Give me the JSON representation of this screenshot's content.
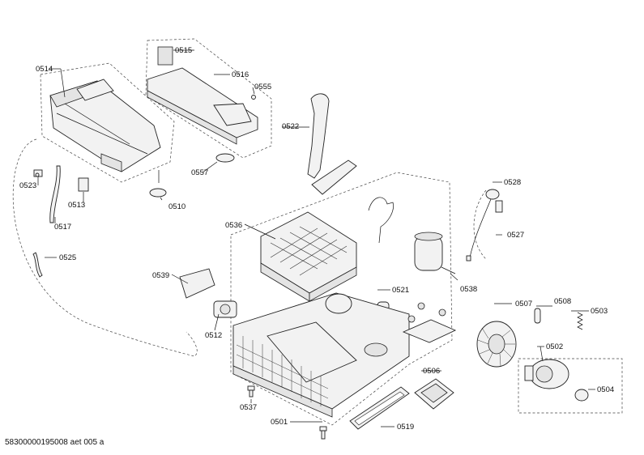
{
  "diagram": {
    "labels": {
      "0514": "0514",
      "0515": "0515",
      "0516": "0516",
      "0555": "0555",
      "0522": "0522",
      "0557": "0557",
      "0510": "0510",
      "0523": "0523",
      "0513": "0513",
      "0517": "0517",
      "0525": "0525",
      "0528": "0528",
      "0527": "0527",
      "0536": "0536",
      "0539": "0539",
      "0521": "0521",
      "0538": "0538",
      "0512": "0512",
      "0507": "0507",
      "0508": "0508",
      "0503": "0503",
      "0502": "0502",
      "0504": "0504",
      "0506": "0506",
      "0537": "0537",
      "0501": "0501",
      "0519": "0519"
    },
    "footer": "58300000195008 aet 005 a"
  }
}
